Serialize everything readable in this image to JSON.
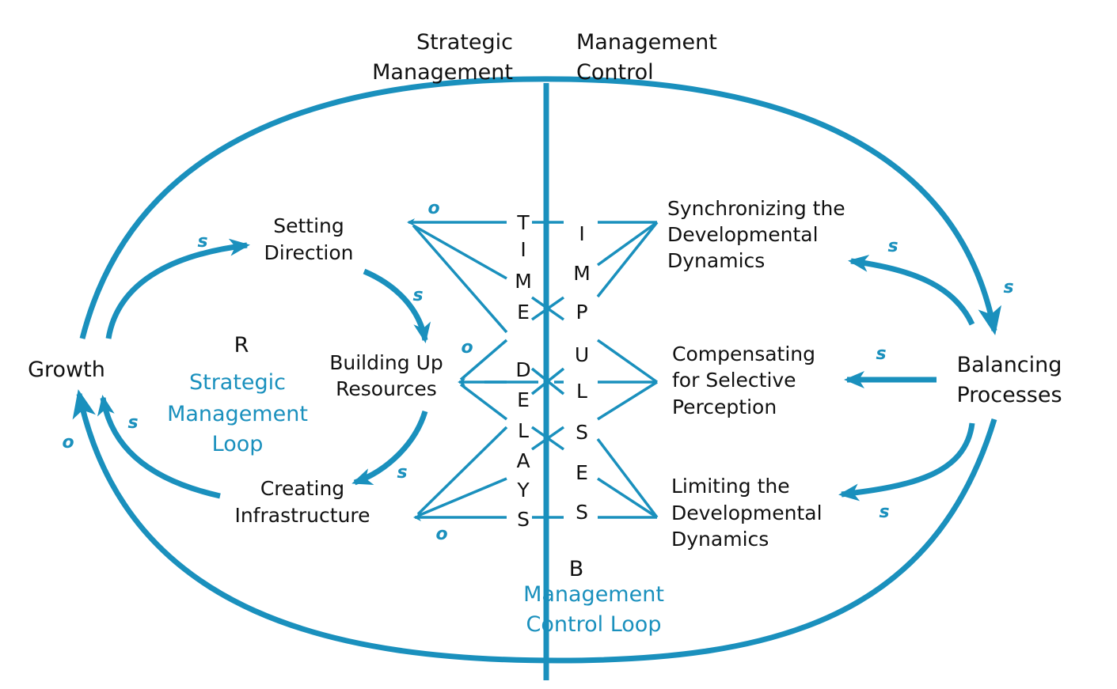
{
  "colors": {
    "accent": "#1a90bd",
    "text": "#111111"
  },
  "headers": {
    "left": [
      "Strategic",
      "Management"
    ],
    "right": [
      "Management",
      "Control"
    ]
  },
  "nodes": {
    "growth": "Growth",
    "setting_direction": [
      "Setting",
      "Direction"
    ],
    "building_up_resources": [
      "Building Up",
      "Resources"
    ],
    "creating_infrastructure": [
      "Creating",
      "Infrastructure"
    ],
    "synchronizing": [
      "Synchronizing the",
      "Developmental",
      "Dynamics"
    ],
    "compensating": [
      "Compensating",
      "for Selective",
      "Perception"
    ],
    "limiting": [
      "Limiting the",
      "Developmental",
      "Dynamics"
    ],
    "balancing_processes": [
      "Balancing",
      "Processes"
    ]
  },
  "loops": {
    "strategic": {
      "marker": "R",
      "label": [
        "Strategic",
        "Management",
        "Loop"
      ]
    },
    "control": {
      "marker": "B",
      "label": [
        "Management",
        "Control Loop"
      ]
    }
  },
  "time_delays": [
    "T",
    "I",
    "M",
    "E",
    "D",
    "E",
    "L",
    "A",
    "Y",
    "S"
  ],
  "impulses": [
    "I",
    "M",
    "P",
    "U",
    "L",
    "S",
    "E",
    "S"
  ],
  "polarities": {
    "growth_to_setting": "s",
    "setting_to_building": "s",
    "building_to_creating": "s",
    "creating_to_growth": "s",
    "outer_to_growth": "o",
    "to_setting": "o",
    "to_building": "o",
    "to_creating": "o",
    "balancing_to_synchronizing": "s",
    "outer_to_balancing": "s",
    "balancing_to_compensating": "s",
    "balancing_to_limiting": "s"
  }
}
